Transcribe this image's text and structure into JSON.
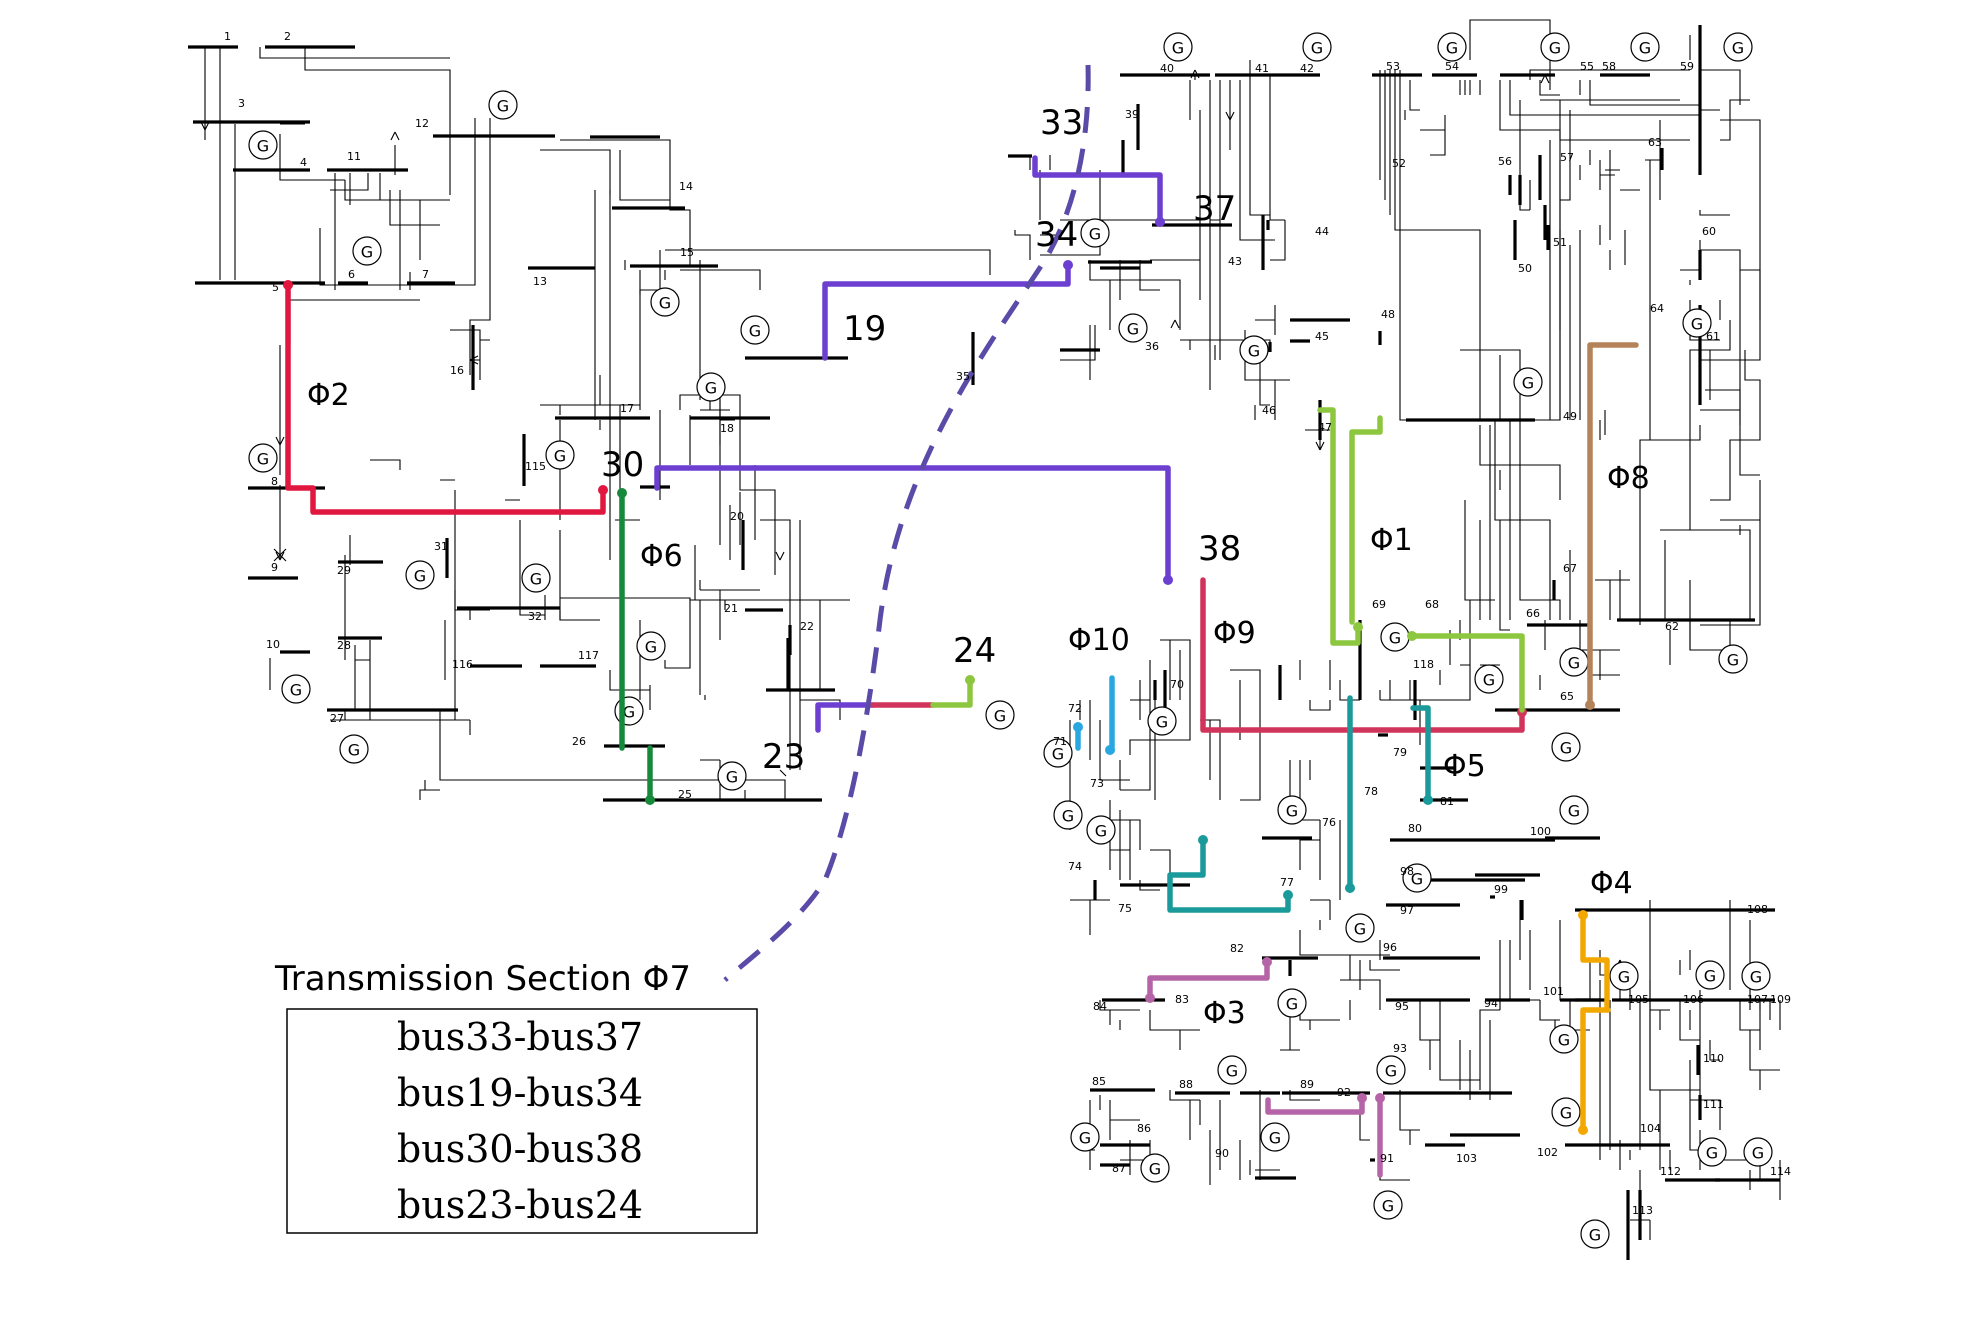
{
  "colors": {
    "phi1": "#8dc63f",
    "phi2": "#e0173f",
    "phi3": "#b565a7",
    "phi4": "#f2a800",
    "phi5": "#1a9a9a",
    "phi6": "#16893a",
    "phi7": "#6c3fd0",
    "phi8": "#b5835a",
    "phi9": "#d1345b",
    "phi10": "#29a7e1",
    "cut_line": "#5b4aa8"
  },
  "generator_symbol": "G",
  "bus_numbers": [
    "1",
    "2",
    "3",
    "4",
    "5",
    "6",
    "7",
    "8",
    "9",
    "10",
    "11",
    "12",
    "13",
    "14",
    "15",
    "16",
    "17",
    "18",
    "20",
    "21",
    "22",
    "25",
    "26",
    "27",
    "28",
    "29",
    "31",
    "32",
    "35",
    "36",
    "39",
    "40",
    "41",
    "42",
    "43",
    "44",
    "45",
    "46",
    "47",
    "48",
    "49",
    "50",
    "51",
    "52",
    "53",
    "54",
    "55",
    "56",
    "57",
    "58",
    "59",
    "60",
    "61",
    "62",
    "63",
    "64",
    "65",
    "66",
    "67",
    "68",
    "69",
    "70",
    "71",
    "72",
    "73",
    "74",
    "75",
    "76",
    "77",
    "78",
    "79",
    "80",
    "81",
    "82",
    "83",
    "84",
    "85",
    "86",
    "87",
    "88",
    "89",
    "90",
    "91",
    "92",
    "93",
    "94",
    "95",
    "96",
    "97",
    "98",
    "99",
    "100",
    "101",
    "102",
    "103",
    "104",
    "105",
    "106",
    "107",
    "108",
    "109",
    "110",
    "111",
    "112",
    "113",
    "114",
    "115",
    "116",
    "117",
    "118"
  ],
  "highlighted_buses": {
    "b19": "19",
    "b23": "23",
    "b24": "24",
    "b30": "30",
    "b33": "33",
    "b34": "34",
    "b37": "37",
    "b38": "38"
  },
  "section_labels": {
    "phi1": "Φ1",
    "phi2": "Φ2",
    "phi3": "Φ3",
    "phi4": "Φ4",
    "phi5": "Φ5",
    "phi6": "Φ6",
    "phi8": "Φ8",
    "phi9": "Φ9",
    "phi10": "Φ10"
  },
  "legend": {
    "title": "Transmission Section Φ7",
    "rows": [
      "bus33-bus37",
      "bus19-bus34",
      "bus30-bus38",
      "bus23-bus24"
    ]
  }
}
